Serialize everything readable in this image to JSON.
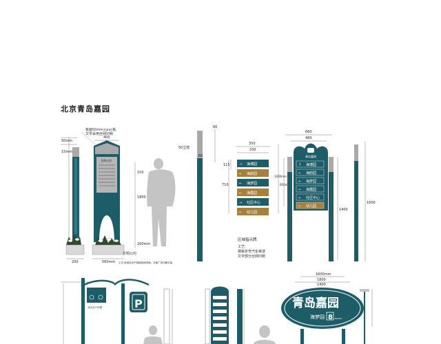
{
  "title": "北京青岛嘉园",
  "colors": {
    "teal": "#1d5d68",
    "gold": "#a7803b",
    "gray": "#a9a9a9",
    "lightgray": "#d9d9d9"
  },
  "sign1": {
    "note_top": "板面50mm×pvc板,\n文字采用丝网印刷",
    "dims": {
      "w400": "400",
      "h50": "50mm",
      "h15": "15mm",
      "h150": "150",
      "h1800": "1800",
      "h200": "200mm",
      "w200": "200",
      "w560": "560mm"
    },
    "heading": "文明公约",
    "caption": "文明公约",
    "caption2": "工艺:采用拉丝不锈钢加烤漆面，字面广告印刷平板"
  },
  "sign2": {
    "dims": {
      "d50": "50立柱",
      "d60": "60",
      "d60b": "60",
      "d350": "350",
      "d330": "330",
      "d115": "115",
      "d710": "710"
    },
    "items": [
      {
        "label": "海博园",
        "arrow": "→"
      },
      {
        "label": "海韵园",
        "arrow": "←"
      },
      {
        "label": "海梦园",
        "arrow": "←"
      },
      {
        "label": "海露园",
        "arrow": "←"
      },
      {
        "label": "社区中心",
        "arrow": "→"
      },
      {
        "label": "幼儿园",
        "arrow": "←"
      }
    ],
    "caption": "区域指示牌",
    "craft_label": "工艺:",
    "craft_lines": [
      "钢板折弯汽车烤漆",
      "文字部分丝网印刷"
    ]
  },
  "sign3": {
    "top_label": "青岛嘉园",
    "dims": {
      "w660": "660",
      "w480": "480",
      "h1400": "1400",
      "h1600": "1600",
      "h1000": "1000mm",
      "h600": "600mm"
    },
    "items": [
      {
        "label": "海博园",
        "arrow": "↑"
      },
      {
        "label": "海韵园",
        "arrow": "←"
      },
      {
        "label": "海梦园",
        "arrow": "←"
      },
      {
        "label": "海露园",
        "arrow": "←"
      },
      {
        "label": "社区中心",
        "arrow": "←"
      },
      {
        "label": "幼儿园",
        "arrow": "←"
      }
    ]
  },
  "bottom": {
    "parking_letter": "P",
    "big_sign_name": "青岛嘉园",
    "big_sign_sub": "海梦园",
    "big_sign_num": "8",
    "big_sign_num_sub": "BLOCK",
    "big_sign_dims": {
      "w1": "1600mm",
      "w2": "1800",
      "w3": "1400"
    },
    "bike_text": "北区自行车棚"
  }
}
